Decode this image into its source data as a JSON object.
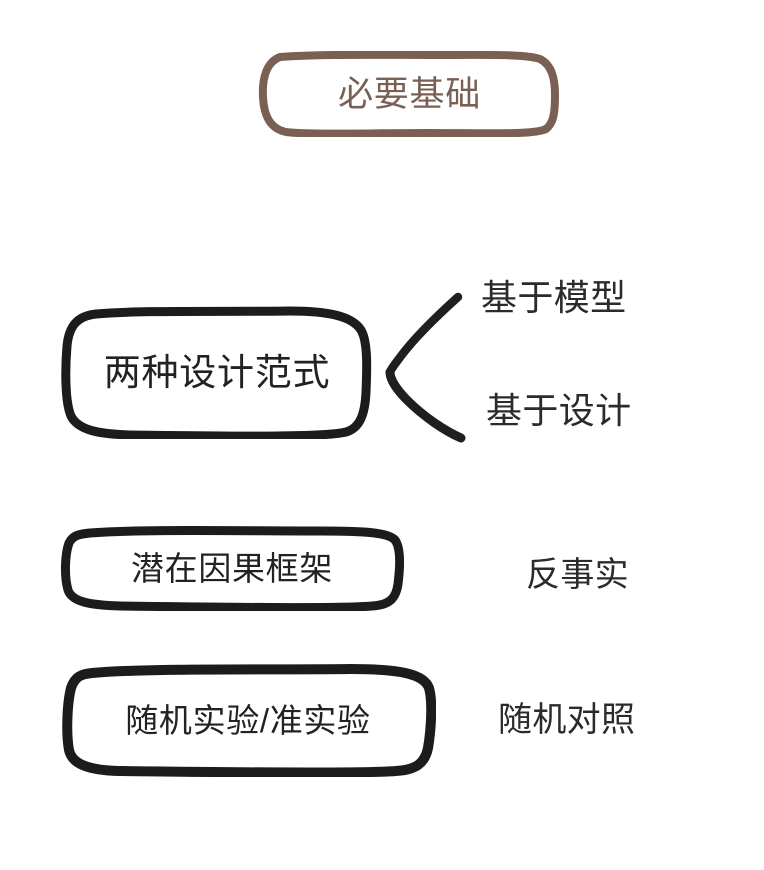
{
  "diagram": {
    "title_node": {
      "id": "foundation",
      "text": "必要基础",
      "shape": "rounded-rectangle",
      "stroke_color": "#7a6054",
      "text_color": "#7a6054"
    },
    "nodes": [
      {
        "id": "paradigms",
        "text": "两种设计范式",
        "shape": "rounded-rectangle",
        "stroke_color": "#1c1c1c",
        "text_color": "#222222"
      },
      {
        "id": "framework",
        "text": "潜在因果框架",
        "shape": "rounded-rectangle",
        "stroke_color": "#1c1c1c",
        "text_color": "#222222"
      },
      {
        "id": "experiment",
        "text": "随机实验/准实验",
        "shape": "rounded-rectangle",
        "stroke_color": "#1c1c1c",
        "text_color": "#222222"
      }
    ],
    "branch": {
      "connector": "hand-drawn-angle-bracket",
      "stroke_color": "#1f1f1f",
      "from": "paradigms",
      "items": [
        {
          "id": "model-based",
          "text": "基于模型"
        },
        {
          "id": "design-based",
          "text": "基于设计"
        }
      ]
    },
    "side_labels": [
      {
        "id": "counterfactual",
        "text": "反事实",
        "for": "framework"
      },
      {
        "id": "randomized-control",
        "text": "随机对照",
        "for": "experiment"
      }
    ],
    "background_color": "#ffffff"
  }
}
